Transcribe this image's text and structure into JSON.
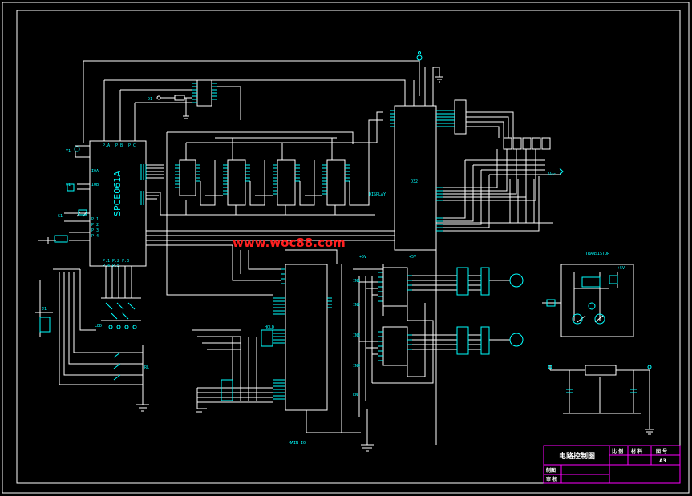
{
  "diagram": {
    "mcu_label": "SPCE061A",
    "watermark": "www.woc88.com",
    "title_block": {
      "title": "电路控制图",
      "col_scale": "比 例",
      "col_material": "材 料",
      "col_drawing_no": "图 号",
      "sheet_size": "A3",
      "row_drawn": "制图",
      "row_checked": "审 核"
    },
    "colors": {
      "background": "#000000",
      "wire": "#ffffff",
      "label": "#00ffff",
      "frame": "#ff00ff",
      "watermark": "#ff2020"
    }
  }
}
